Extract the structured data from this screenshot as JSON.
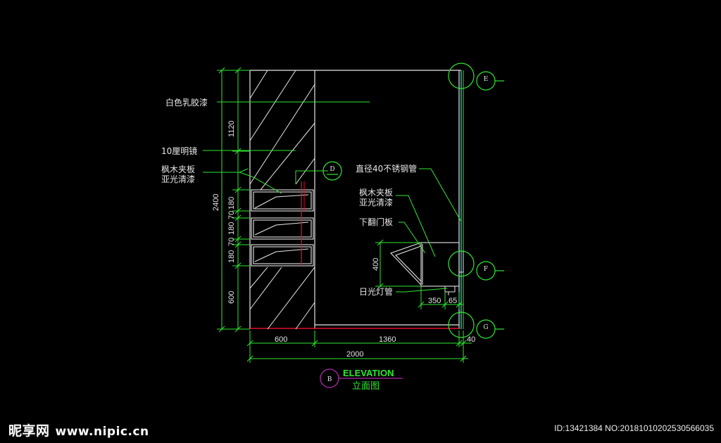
{
  "drawing": {
    "labels": {
      "white_latex_paint": "白色乳胶漆",
      "mirror_10mm": "10厘明镜",
      "maple_plywood_1": "枫木夹板",
      "matte_varnish_1": "亚光清漆",
      "stainless_pipe": "直径40不锈钢管",
      "maple_plywood_2": "枫木夹板",
      "matte_varnish_2": "亚光清漆",
      "flip_door": "下翻门板",
      "fluorescent_tube": "日光灯管"
    },
    "dims": {
      "d_1120": "1120",
      "d_2400": "2400",
      "d_180a": "180",
      "d_70a": "70",
      "d_180b": "180",
      "d_70b": "70",
      "d_180c": "180",
      "d_600v": "600",
      "d_400": "400",
      "d_350": "350",
      "d_65": "65",
      "d_600": "600",
      "d_1360": "1360",
      "d_2000": "2000",
      "d_40": "40"
    },
    "markers": {
      "E": "E",
      "F": "F",
      "G": "G",
      "D": "D",
      "B": "B"
    },
    "title": {
      "main": "ELEVATION",
      "sub": "立面图"
    }
  },
  "watermark": {
    "brand": "昵享网",
    "site": "www.nipic.cn",
    "id_text": "ID:13421384 NO:20181010202530566035"
  },
  "colors": {
    "cad_green": "#2ee830",
    "cad_white": "#e6e6e6",
    "cad_red": "#e0102a",
    "cad_cyan": "#38e0e0",
    "title_purple": "#b02aa8"
  }
}
